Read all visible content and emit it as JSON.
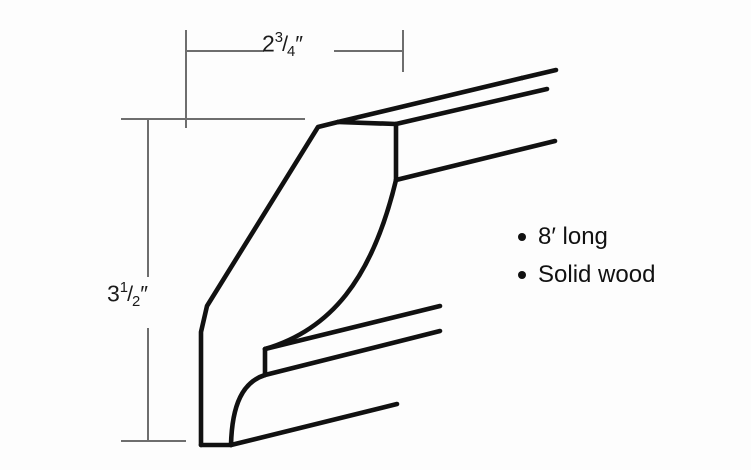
{
  "figure": {
    "kind": "crown-molding-profile-technical-drawing",
    "background_color": "#fdfdfd",
    "line_color": "#111111",
    "dimension_line_color": "#6e6e6e"
  },
  "dimensions": {
    "width": {
      "whole": "2",
      "numerator": "3",
      "slash": "/",
      "denominator": "4",
      "unit": "″",
      "full_text": "2 3/4″",
      "orientation": "horizontal",
      "label_position": "top"
    },
    "height": {
      "whole": "3",
      "numerator": "1",
      "slash": "/",
      "denominator": "2",
      "unit": "″",
      "full_text": "3 1/2″",
      "orientation": "vertical",
      "label_position": "left"
    }
  },
  "specs": {
    "items": [
      {
        "text": "8′ long"
      },
      {
        "text": "Solid wood"
      }
    ]
  }
}
